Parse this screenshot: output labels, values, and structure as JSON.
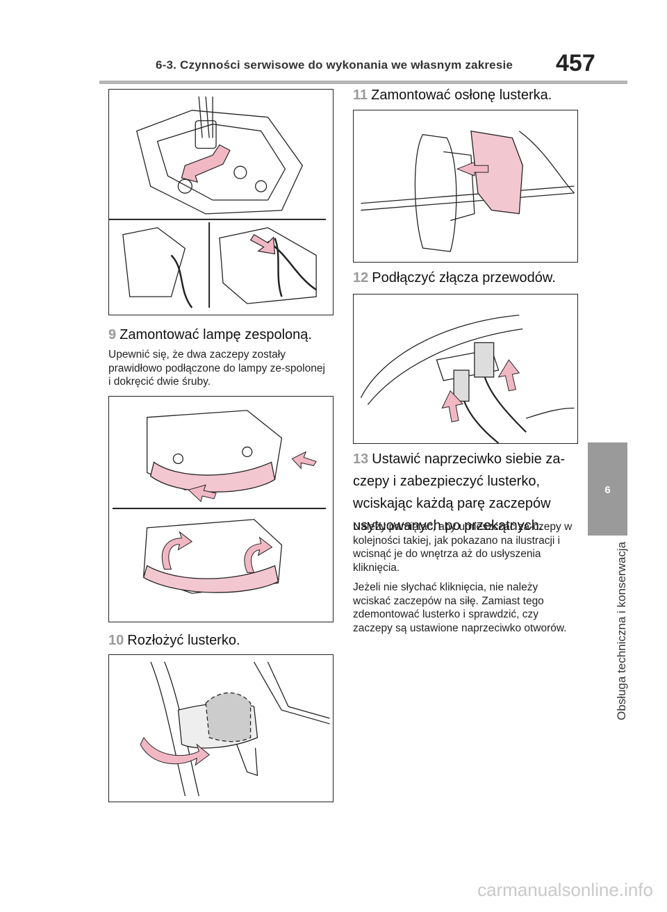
{
  "header": {
    "section_title": "6-3. Czynności serwisowe do wykonania we własnym zakresie",
    "page_number": "457"
  },
  "side_tab": {
    "number": "6",
    "label": "Obsługa techniczna i konserwacja"
  },
  "steps": [
    {
      "number": "9",
      "title": "Zamontować lampę zespoloną.",
      "notes": [
        "Upewnić się, że dwa zaczepy zostały prawidłowo podłączone do lampy ze-spolonej i dokręcić dwie śruby."
      ]
    },
    {
      "number": "10",
      "title": "Rozłożyć lusterko."
    },
    {
      "number": "11",
      "title": "Zamontować osłonę lusterka."
    },
    {
      "number": "12",
      "title": "Podłączyć złącza przewodów."
    },
    {
      "number": "13",
      "title": "Ustawić naprzeciwko siebie za-czepy i zabezpieczyć lusterko, wciskając każdą parę zaczepów usytuowanych po przekątnych.",
      "notes": [
        "Należy pamiętać, aby umieszczać za-czepy w kolejności takiej, jak pokazano na ilustracji i wcisnąć je do wnętrza aż do usłyszenia kliknięcia.",
        "Jeżeli nie słychać kliknięcia, nie należy wciskać zaczepów na siłę. Zamiast tego zdemontować lusterko i sprawdzić, czy zaczepy są ustawione naprzeciwko otworów."
      ]
    }
  ],
  "watermark": "carmanualsonline.info",
  "colors": {
    "step_number": "#9a9a9a",
    "arrow_fill": "#f1b8c4",
    "tab_bg": "#9a9a9a",
    "rule": "#b5b5b5"
  }
}
